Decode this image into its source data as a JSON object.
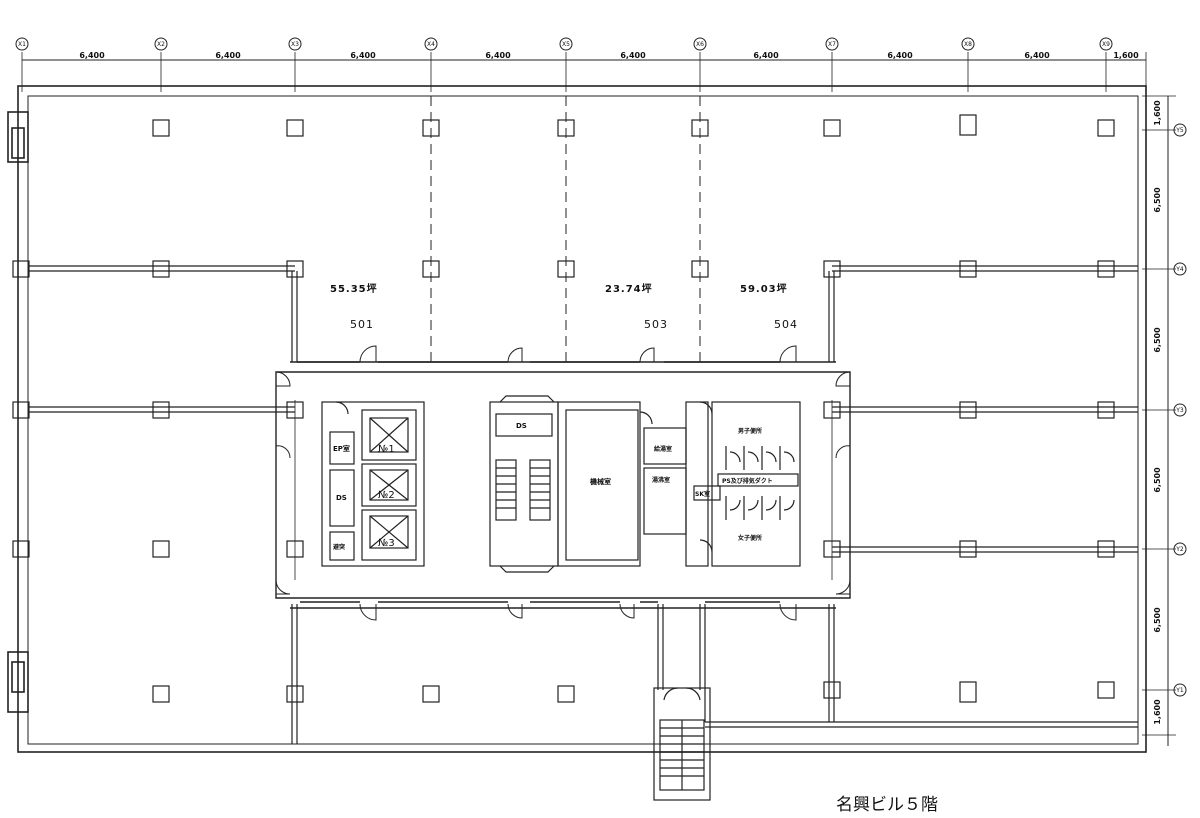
{
  "title": "名興ビル５階",
  "axes_x": [
    "X1",
    "X2",
    "X3",
    "X4",
    "X5",
    "X6",
    "X7",
    "X8",
    "X9"
  ],
  "axes_y": [
    "Y5",
    "Y4",
    "Y3",
    "Y2",
    "Y1"
  ],
  "spans_x": [
    "6,400",
    "6,400",
    "6,400",
    "6,400",
    "6,400",
    "6,400",
    "6,400",
    "6,400",
    "1,600"
  ],
  "spans_y": [
    "1,600",
    "6,500",
    "6,500",
    "6,500",
    "6,500",
    "1,600"
  ],
  "units": [
    {
      "area": "55.35坪",
      "number": "501"
    },
    {
      "area": "23.74坪",
      "number": "503"
    },
    {
      "area": "59.03坪",
      "number": "504"
    }
  ],
  "core": {
    "ep": "EP室",
    "ds_left": "DS",
    "small": "避突",
    "elevators": [
      "№1",
      "№2",
      "№3"
    ],
    "ds_stair": "DS",
    "machine": "機械室",
    "room_a": "給湯室",
    "room_b": "湯沸室",
    "men": "男子便所",
    "women": "女子便所",
    "ps": "PS及び排気ダクト",
    "sk": "SK室"
  }
}
